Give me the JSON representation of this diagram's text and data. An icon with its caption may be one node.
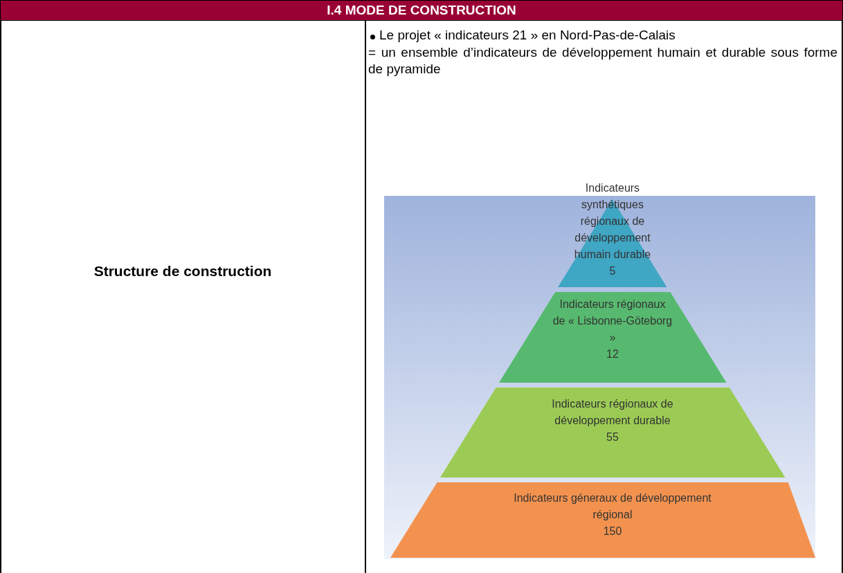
{
  "diagram": {
    "title": "I.4 MODE DE CONSTRUCTION",
    "nodes": [
      {
        "text": [
          "Indicateurs synthétiques régionaux de développement humain durable",
          "5"
        ]
      },
      {
        "text": [
          "Indicateurs régionaux de « Lisbonne-Göteborg »",
          "12"
        ]
      },
      {
        "text": [
          "Indicateurs régionaux de développement durable",
          "55"
        ]
      },
      {
        "text": [
          "Indicateurs  géneraux de développement régional",
          "150"
        ]
      }
    ],
    "labels": [
      "Structure de construction",
      "Le projet « indicateurs 21 » en Nord-Pas-de-Calais",
      "= un ensemble d’indicateurs de développement humain et durable sous forme de pyramide"
    ]
  }
}
